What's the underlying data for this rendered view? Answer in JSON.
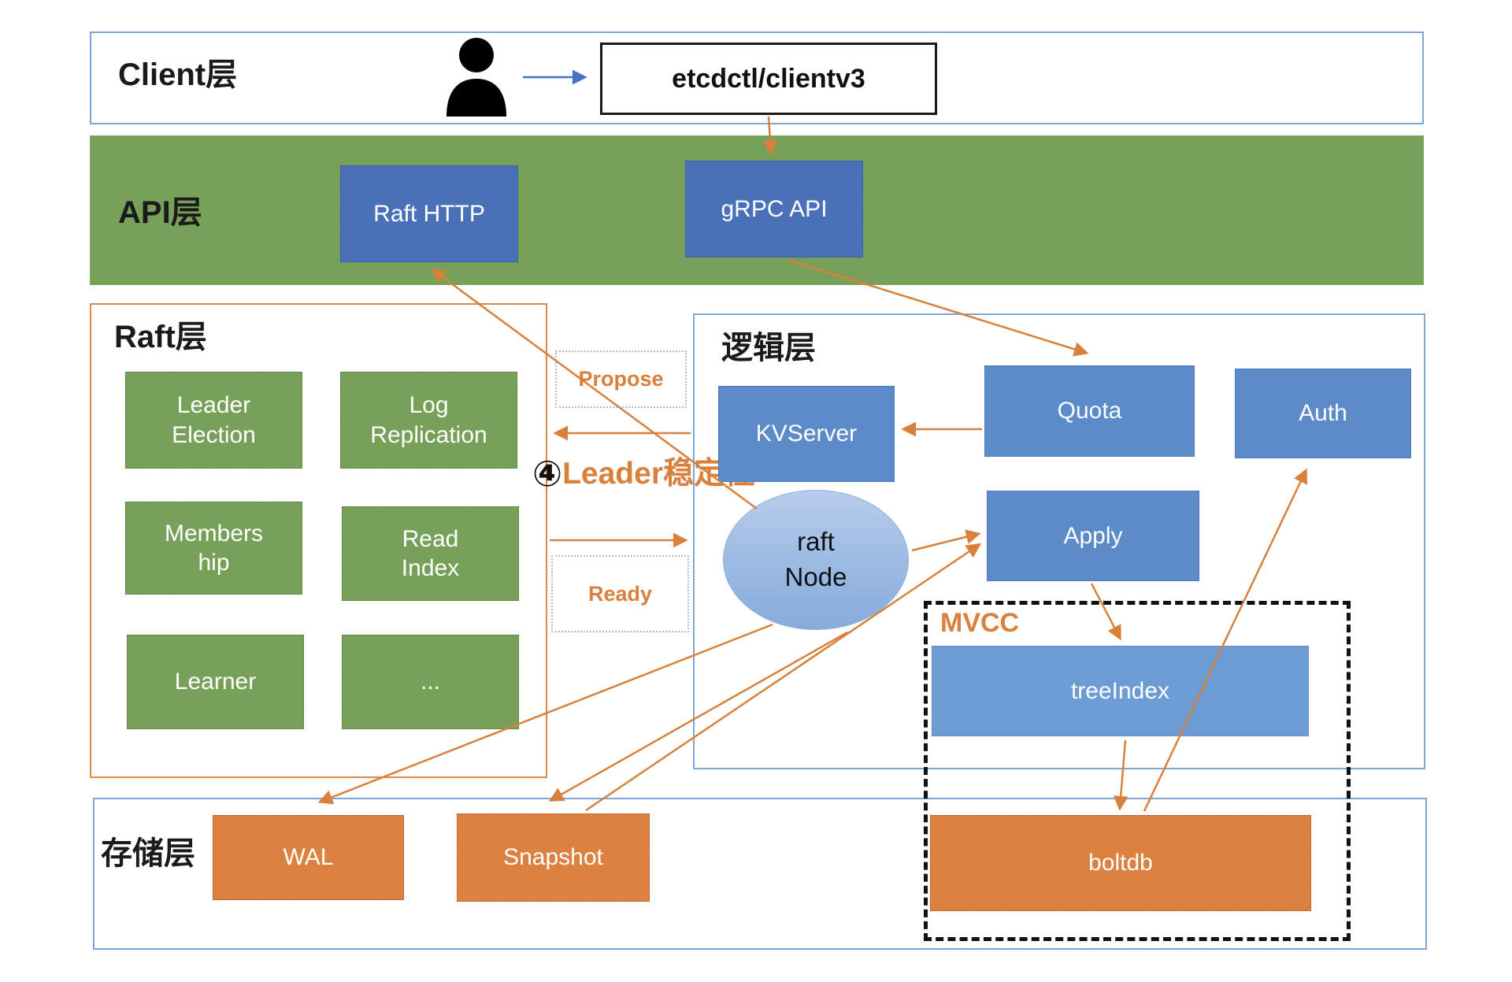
{
  "layers": {
    "client": {
      "label": "Client层"
    },
    "api": {
      "label": "API层"
    },
    "raft": {
      "label": "Raft层"
    },
    "logic": {
      "label": "逻辑层"
    },
    "storage": {
      "label": "存储层"
    },
    "mvcc": {
      "label": "MVCC"
    }
  },
  "nodes": {
    "etcdctl": "etcdctl/clientv3",
    "raft_http": "Raft HTTP",
    "grpc_api": "gRPC API",
    "leader_election": "Leader Election",
    "log_replication": "Log Replication",
    "membership": "Membership",
    "read_index": "Read Index",
    "learner": "Learner",
    "more": "...",
    "kvserver": "KVServer",
    "quota": "Quota",
    "auth": "Auth",
    "apply": "Apply",
    "raft_node": "raft Node",
    "tree_index": "treeIndex",
    "boltdb": "boltdb",
    "wal": "WAL",
    "snapshot": "Snapshot"
  },
  "annotations": {
    "propose": "Propose",
    "ready": "Ready",
    "step_number": "④",
    "step_label": "Leader稳定性"
  },
  "edges": [
    {
      "from": "user",
      "to": "etcdctl/clientv3"
    },
    {
      "from": "etcdctl/clientv3",
      "to": "gRPC API"
    },
    {
      "from": "gRPC API",
      "to": "Quota"
    },
    {
      "from": "Quota",
      "to": "KVServer"
    },
    {
      "from": "raft Node",
      "to": "Raft HTTP"
    },
    {
      "from": "逻辑层",
      "to": "Raft层",
      "label": "Propose"
    },
    {
      "from": "Raft层",
      "to": "逻辑层",
      "label": "Ready"
    },
    {
      "from": "raft Node",
      "to": "Apply"
    },
    {
      "from": "Apply",
      "to": "treeIndex"
    },
    {
      "from": "treeIndex",
      "to": "boltdb"
    },
    {
      "from": "boltdb",
      "to": "Auth"
    },
    {
      "from": "raft Node",
      "to": "WAL"
    },
    {
      "from": "raft Node",
      "to": "Snapshot"
    },
    {
      "from": "Snapshot",
      "to": "Apply"
    }
  ],
  "colors": {
    "layer_border_blue": "#7da7d8",
    "layer_border_green": "#8fac60",
    "layer_border_orange": "#e0874a",
    "api_box_fill": "#4a71b8",
    "logic_box_fill": "#5b8bc9",
    "tree_index_fill": "#6d9bd3",
    "green_box_fill": "#77a158",
    "orange_box_fill": "#dd8140",
    "raft_node_fill": "#9fbde4",
    "arrow_orange": "#d9813c",
    "arrow_blue": "#4472c4",
    "annotation_orange": "#d9813c"
  }
}
